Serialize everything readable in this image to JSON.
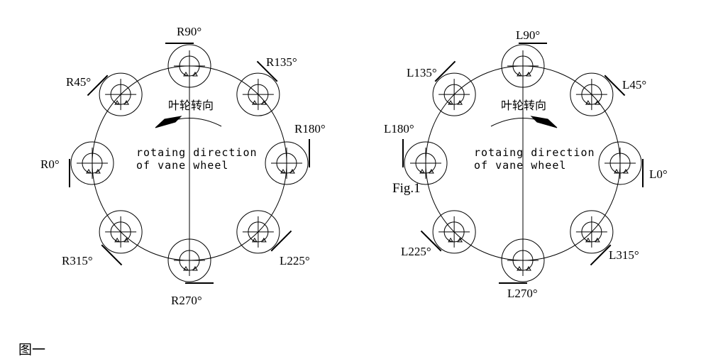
{
  "figure_caption": "图一",
  "fig_label": "Fig.1",
  "left_diagram": {
    "chinese_caption": "叶轮转向",
    "caption_line1": "rotaing direction",
    "caption_line2": "of vane wheel",
    "positions": [
      {
        "label": "R90°",
        "angle": 90
      },
      {
        "label": "R135°",
        "angle": 45
      },
      {
        "label": "R180°",
        "angle": 0
      },
      {
        "label": "L225°",
        "angle": -45
      },
      {
        "label": "R270°",
        "angle": -90
      },
      {
        "label": "R315°",
        "angle": -135
      },
      {
        "label": "R0°",
        "angle": 180
      },
      {
        "label": "R45°",
        "angle": 135
      }
    ]
  },
  "right_diagram": {
    "chinese_caption": "叶轮转向",
    "caption_line1": "rotaing direction",
    "caption_line2": "of vane wheel",
    "positions": [
      {
        "label": "L90°",
        "angle": 90
      },
      {
        "label": "L45°",
        "angle": 45
      },
      {
        "label": "L0°",
        "angle": 0
      },
      {
        "label": "L315°",
        "angle": -45
      },
      {
        "label": "L270°",
        "angle": -90
      },
      {
        "label": "L225°",
        "angle": -135
      },
      {
        "label": "L180°",
        "angle": 180
      },
      {
        "label": "L135°",
        "angle": 135
      }
    ]
  }
}
